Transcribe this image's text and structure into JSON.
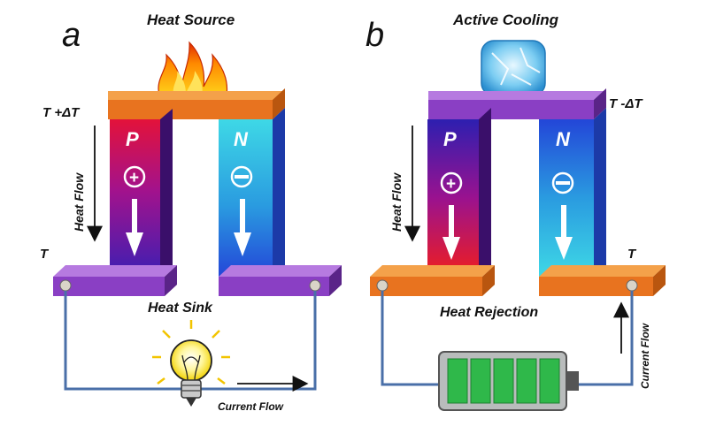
{
  "panel_a": {
    "letter": "a",
    "title": "Heat Source",
    "temp_hot": "T +ΔT",
    "temp_base": "T",
    "heat_flow": "Heat Flow",
    "p_label": "P",
    "n_label": "N",
    "plus": "+",
    "minus": "−",
    "bottom_label": "Heat Sink",
    "current_flow": "Current Flow",
    "load_icon": "light-bulb-icon"
  },
  "panel_b": {
    "letter": "b",
    "title": "Active Cooling",
    "temp_cold": "T -ΔT",
    "temp_base": "T",
    "heat_flow": "Heat Flow",
    "p_label": "P",
    "n_label": "N",
    "plus": "+",
    "minus": "−",
    "bottom_label": "Heat Rejection",
    "current_flow": "Current Flow",
    "source_icon": "battery-icon"
  },
  "colors": {
    "orange_plate": "#e8731f",
    "purple_plate": "#8a3fc4",
    "wire": "#4a6fa8",
    "battery_cell": "#2fb84a"
  }
}
